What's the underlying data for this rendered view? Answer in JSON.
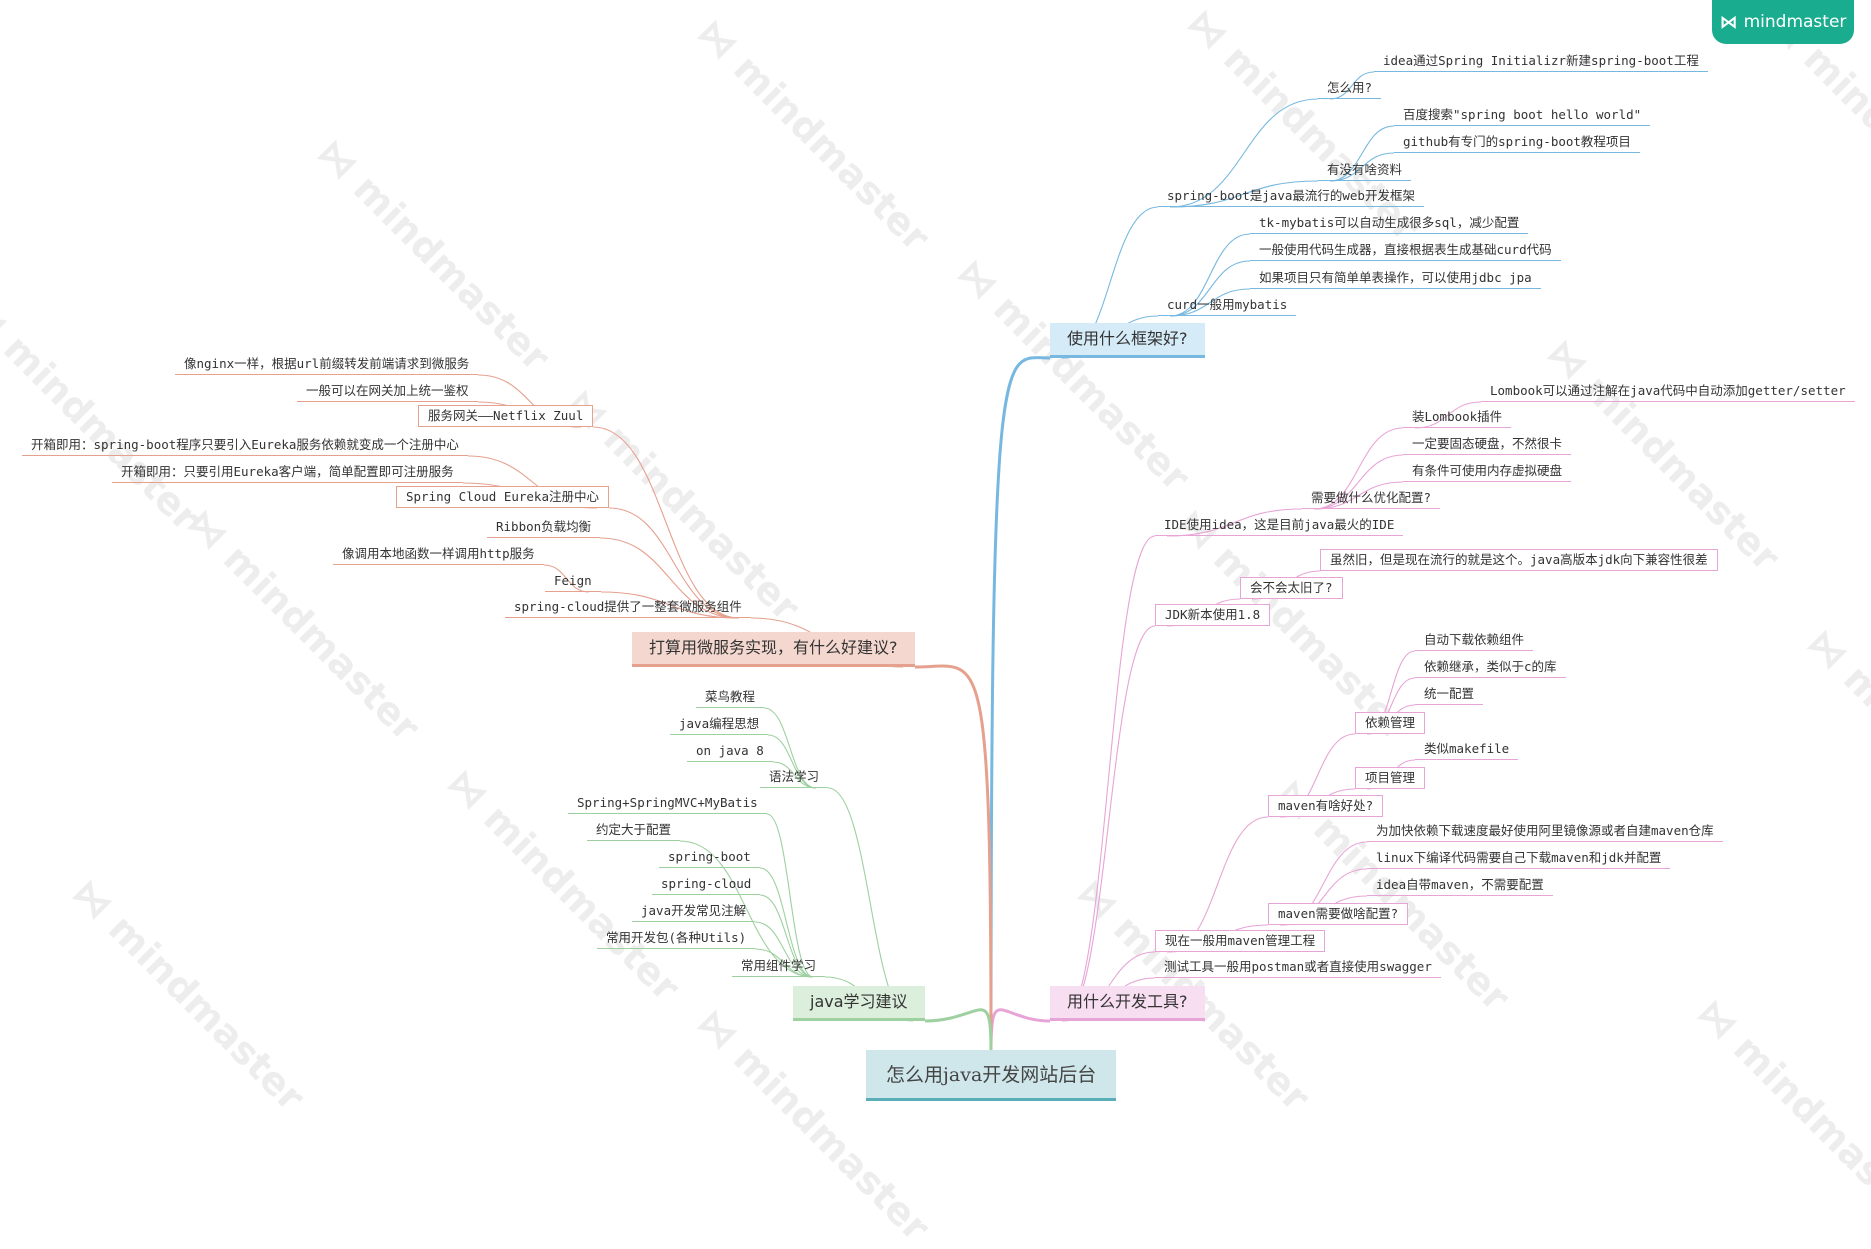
{
  "app": {
    "logo_text": "mindmaster",
    "watermark": "mindmaster"
  },
  "colors": {
    "blue": "#76b8e0",
    "pink": "#e7a4d6",
    "orange": "#e6a08e",
    "green": "#9ed0a0",
    "blue_fill": "#d6ebf8",
    "pink_fill": "#f8def1",
    "orange_fill": "#f4d8cf",
    "green_fill": "#dbefdc"
  },
  "root": {
    "id": "root",
    "text": "怎么用java开发网站后台"
  },
  "branches": [
    {
      "id": "b-frame",
      "text": "使用什么框架好?",
      "color": "blue",
      "children": [
        {
          "id": "n-sb",
          "text": "spring-boot是java最流行的web开发框架",
          "children": [
            {
              "id": "n-how",
              "text": "怎么用?",
              "children": [
                {
                  "id": "n-how1",
                  "text": "idea通过Spring Initializr新建spring-boot工程"
                }
              ]
            },
            {
              "id": "n-res",
              "text": "有没有啥资料",
              "children": [
                {
                  "id": "n-res1",
                  "text": "百度搜索\"spring boot hello world\""
                },
                {
                  "id": "n-res2",
                  "text": "github有专门的spring-boot教程项目"
                }
              ]
            }
          ]
        },
        {
          "id": "n-curd",
          "text": "curd一般用mybatis",
          "children": [
            {
              "id": "n-curd1",
              "text": "tk-mybatis可以自动生成很多sql，减少配置"
            },
            {
              "id": "n-curd2",
              "text": "一般使用代码生成器，直接根据表生成基础curd代码"
            },
            {
              "id": "n-curd3",
              "text": "如果项目只有简单单表操作，可以使用jdbc jpa"
            }
          ]
        }
      ]
    },
    {
      "id": "b-tools",
      "text": "用什么开发工具?",
      "color": "pink",
      "children": [
        {
          "id": "n-ide",
          "text": "IDE使用idea，这是目前java最火的IDE",
          "children": [
            {
              "id": "n-opt",
              "text": "需要做什么优化配置?",
              "children": [
                {
                  "id": "n-lombok",
                  "text": "装Lombook插件",
                  "children": [
                    {
                      "id": "n-lombok1",
                      "text": "Lombook可以通过注解在java代码中自动添加getter/setter"
                    }
                  ]
                },
                {
                  "id": "n-ssd",
                  "text": "一定要固态硬盘，不然很卡"
                },
                {
                  "id": "n-ram",
                  "text": "有条件可使用内存虚拟硬盘"
                }
              ]
            }
          ]
        },
        {
          "id": "n-jdk",
          "text": "JDK新本使用1.8",
          "box": true,
          "children": [
            {
              "id": "n-old",
              "text": "会不会太旧了?",
              "box": true,
              "children": [
                {
                  "id": "n-old1",
                  "text": "虽然旧，但是现在流行的就是这个。java高版本jdk向下兼容性很差",
                  "box": true
                }
              ]
            }
          ]
        },
        {
          "id": "n-maven",
          "text": "现在一般用maven管理工程",
          "box": true,
          "children": [
            {
              "id": "n-mgood",
              "text": "maven有啥好处?",
              "box": true,
              "children": [
                {
                  "id": "n-dep",
                  "text": "依赖管理",
                  "box": true,
                  "children": [
                    {
                      "id": "n-dep1",
                      "text": "自动下载依赖组件"
                    },
                    {
                      "id": "n-dep2",
                      "text": "依赖继承，类似于c的库"
                    },
                    {
                      "id": "n-dep3",
                      "text": "统一配置"
                    }
                  ]
                },
                {
                  "id": "n-proj",
                  "text": "项目管理",
                  "box": true,
                  "children": [
                    {
                      "id": "n-proj1",
                      "text": "类似makefile"
                    }
                  ]
                }
              ]
            },
            {
              "id": "n-mcfg",
              "text": "maven需要做啥配置?",
              "box": true,
              "children": [
                {
                  "id": "n-mcfg1",
                  "text": "为加快依赖下载速度最好使用阿里镜像源或者自建maven仓库"
                },
                {
                  "id": "n-mcfg2",
                  "text": "linux下编译代码需要自己下载maven和jdk并配置"
                },
                {
                  "id": "n-mcfg3",
                  "text": "idea自带maven，不需要配置"
                }
              ]
            }
          ]
        },
        {
          "id": "n-test",
          "text": "测试工具一般用postman或者直接使用swagger"
        }
      ]
    },
    {
      "id": "b-micro",
      "text": "打算用微服务实现，有什么好建议?",
      "color": "orange",
      "children": [
        {
          "id": "n-sc",
          "text": "spring-cloud提供了一整套微服务组件",
          "children": [
            {
              "id": "n-zuul",
              "text": "服务网关——Netflix Zuul",
              "box": true,
              "children": [
                {
                  "id": "n-zuul1",
                  "text": "像nginx一样，根据url前缀转发前端请求到微服务"
                },
                {
                  "id": "n-zuul2",
                  "text": "一般可以在网关加上统一鉴权"
                }
              ]
            },
            {
              "id": "n-eureka",
              "text": "Spring Cloud Eureka注册中心",
              "box": true,
              "children": [
                {
                  "id": "n-eureka1",
                  "text": "开箱即用：spring-boot程序只要引入Eureka服务依赖就变成一个注册中心"
                },
                {
                  "id": "n-eureka2",
                  "text": "开箱即用：只要引用Eureka客户端，简单配置即可注册服务"
                }
              ]
            },
            {
              "id": "n-ribbon",
              "text": "Ribbon负载均衡"
            },
            {
              "id": "n-feign",
              "text": "Feign",
              "children": [
                {
                  "id": "n-feign1",
                  "text": "像调用本地函数一样调用http服务"
                }
              ]
            }
          ]
        }
      ]
    },
    {
      "id": "b-java",
      "text": "java学习建议",
      "color": "green",
      "children": [
        {
          "id": "n-syntax",
          "text": "语法学习",
          "children": [
            {
              "id": "n-syn1",
              "text": "菜鸟教程"
            },
            {
              "id": "n-syn2",
              "text": "java编程思想"
            },
            {
              "id": "n-syn3",
              "text": "on java 8"
            }
          ]
        },
        {
          "id": "n-comp",
          "text": "常用组件学习",
          "children": [
            {
              "id": "n-comp1",
              "text": "Spring+SpringMVC+MyBatis"
            },
            {
              "id": "n-comp2",
              "text": "约定大于配置"
            },
            {
              "id": "n-comp3",
              "text": "spring-boot"
            },
            {
              "id": "n-comp4",
              "text": "spring-cloud"
            },
            {
              "id": "n-comp5",
              "text": "java开发常见注解"
            },
            {
              "id": "n-comp6",
              "text": "常用开发包(各种Utils)"
            }
          ]
        }
      ]
    }
  ]
}
